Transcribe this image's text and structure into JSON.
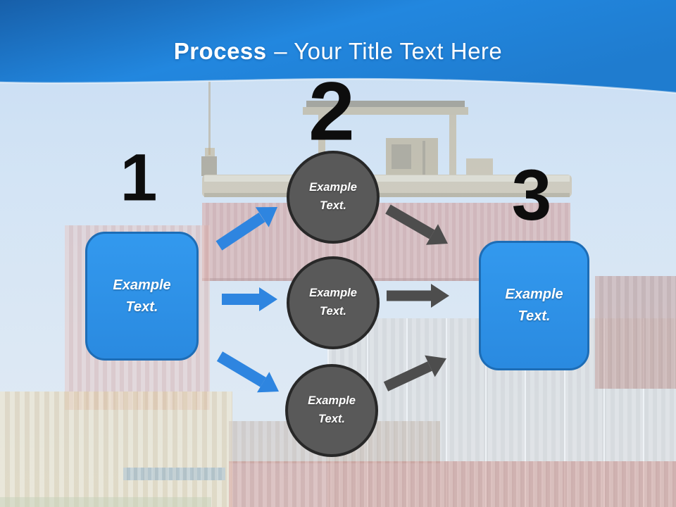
{
  "title": {
    "bold": "Process",
    "rest": "– Your Title Text Here"
  },
  "steps": {
    "numbers": [
      "1",
      "2",
      "3"
    ],
    "start_box_label": "Example Text.",
    "circle_labels": [
      "Example Text.",
      "Example Text.",
      "Example Text."
    ],
    "end_box_label": "Example Text."
  },
  "colors": {
    "banner_top": "#1a64af",
    "banner_bottom": "#2287df",
    "accent_blue_fill": "#2e93e9",
    "accent_blue_border": "#1d6db6",
    "gray_fill": "#595959",
    "gray_border": "#282828",
    "arrow_blue": "#2e85e0",
    "arrow_gray": "#4d4d4d",
    "number_color": "#0d0d0d",
    "text_on_shapes": "#ffffff",
    "sky": "#cfe2f4"
  }
}
